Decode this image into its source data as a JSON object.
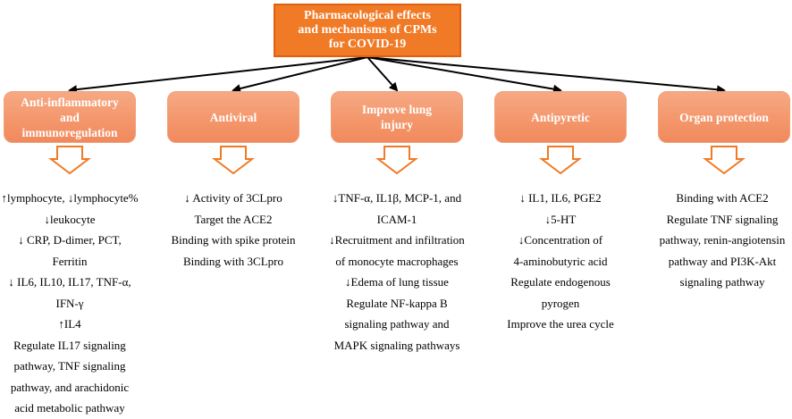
{
  "root": {
    "lines": [
      "Pharmacological effects",
      "and mechanisms of CPMs",
      "for COVID-19"
    ]
  },
  "categories": [
    {
      "lines": [
        "Anti-inflammatory",
        "and",
        "immunoregulation"
      ],
      "items": [
        "↑lymphocyte, ↓lymphocyte%",
        "↓leukocyte",
        "↓ CRP, D-dimer, PCT,",
        "Ferritin",
        "↓ IL6, IL10, IL17, TNF-α,",
        "IFN-γ",
        "↑IL4",
        "Regulate IL17 signaling",
        "pathway, TNF signaling",
        "pathway, and arachidonic",
        "acid metabolic pathway"
      ]
    },
    {
      "lines": [
        "Antiviral"
      ],
      "items": [
        "↓ Activity of 3CLpro",
        "Target the ACE2",
        "Binding with spike protein",
        "Binding with 3CLpro"
      ]
    },
    {
      "lines": [
        "Improve lung",
        "injury"
      ],
      "items": [
        "↓TNF-α, IL1β, MCP-1, and",
        "ICAM-1",
        "↓Recruitment and infiltration",
        "of monocyte macrophages",
        "↓Edema of lung tissue",
        "Regulate NF-kappa B",
        "signaling pathway and",
        "MAPK signaling pathways"
      ]
    },
    {
      "lines": [
        "Antipyretic"
      ],
      "items": [
        "↓ IL1, IL6, PGE2",
        "↓5-HT",
        "↓Concentration of",
        "4-aminobutyric acid",
        "Regulate endogenous",
        "pyrogen",
        "Improve the urea cycle"
      ]
    },
    {
      "lines": [
        "Organ protection"
      ],
      "items": [
        "Binding with ACE2",
        "Regulate TNF signaling",
        "pathway, renin-angiotensin",
        "pathway and PI3K-Akt",
        "signaling pathway"
      ]
    }
  ]
}
